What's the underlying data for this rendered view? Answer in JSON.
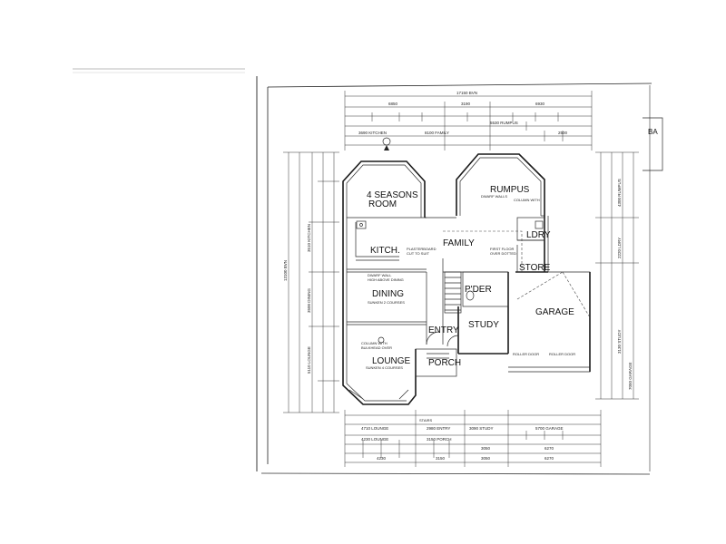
{
  "rooms": {
    "seasons_1": "4 SEASONS",
    "seasons_2": "ROOM",
    "rumpus": "RUMPUS",
    "kitch": "KITCH.",
    "family": "FAMILY",
    "ldry": "LDRY",
    "store": "STORE",
    "dining": "DINING",
    "powder": "P'DER",
    "garage": "GARAGE",
    "entry": "ENTRY",
    "study": "STUDY",
    "lounge": "LOUNGE",
    "porch": "PORCH"
  },
  "notes": {
    "dwarf_wall_rumpus": "DWARF WALLS",
    "column_rumpus": "COLUMN WITH",
    "plasterboard": "PLASTERBOARD",
    "cut_to_suit": "CUT TO SUIT",
    "first_floor": "FIRST FLOOR",
    "over_dotted": "OVER DOTTED",
    "dwarf_wall_dining": "DWARF WALL",
    "high_above_dining": "HIGH ABOVE DINING",
    "sunken": "SUNKEN 2 COURSES",
    "column_lounge": "COLUMN WITH",
    "bulkhead": "BULKHEAD OVER",
    "sunken_lounge": "SUNKEN 4 COURSES",
    "stairs": "STAIRS",
    "roller_door": "ROLLER DOOR"
  },
  "dims_top": {
    "overall": "17150 BVN",
    "a": "6850",
    "b": "3190",
    "c": "6930",
    "kitchen": "3690 KITCHEN",
    "family": "8100 FAMILY",
    "rumpus": "5530 RUMPUS",
    "d": "2500"
  },
  "dims_bottom": {
    "lounge": "4710 LOUNGE",
    "entry": "2980 ENTRY",
    "study": "3090 STUDY",
    "garage": "5700 GARAGE",
    "lounge2": "4230 LOUNGE",
    "porch": "3150 PORCH",
    "e": "3050",
    "f": "6270",
    "g": "4230",
    "h": "3150",
    "i": "3050",
    "j": "6270"
  },
  "dims_left": {
    "total": "13100 BVN",
    "kitchen": "3510 KITCHEN",
    "dining": "3500 DINING",
    "lounge": "5110 LOUNGE"
  },
  "dims_right": {
    "rumpus": "4300 RUMPUS",
    "ldry": "2220 LDRY",
    "garage": "7050 GARAGE",
    "study": "3130 STUDY"
  },
  "corner_stamp": "BA"
}
